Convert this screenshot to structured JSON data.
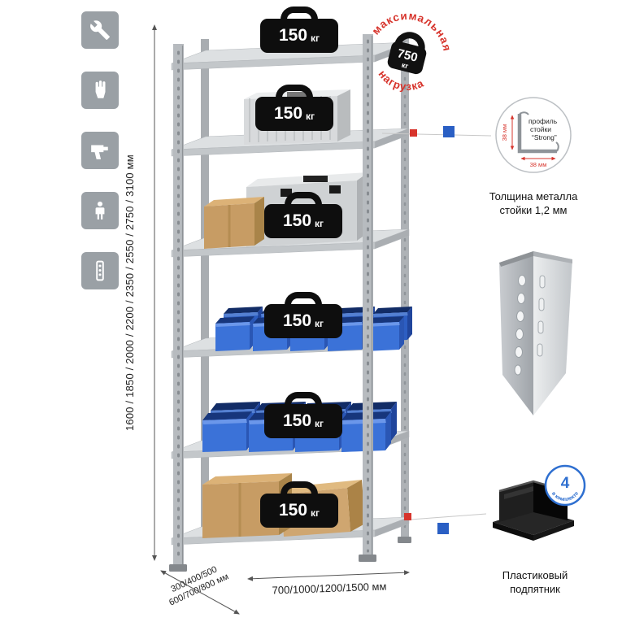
{
  "sidebar": {
    "icons": [
      {
        "name": "wrench"
      },
      {
        "name": "glove"
      },
      {
        "name": "drill"
      },
      {
        "name": "person"
      },
      {
        "name": "level"
      }
    ]
  },
  "dimensions": {
    "height": "1600 / 1850 / 2000 / 2200 / 2350 / 2550 / 2750 / 3100 мм",
    "depth_line1": "300/400/500",
    "depth_line2": "600/700/800 мм",
    "width": "700/1000/1200/1500 мм"
  },
  "shelves": [
    {
      "value": "150",
      "unit": "кг"
    },
    {
      "value": "150",
      "unit": "кг"
    },
    {
      "value": "150",
      "unit": "кг"
    },
    {
      "value": "150",
      "unit": "кг"
    },
    {
      "value": "150",
      "unit": "кг"
    },
    {
      "value": "150",
      "unit": "кг"
    }
  ],
  "stamp": {
    "arc_top": "максимальная",
    "arc_bottom": "нагрузка",
    "value": "750",
    "unit": "кг"
  },
  "profile": {
    "label_line1": "профиль",
    "label_line2": "стойки",
    "label_line3": "“Strong”",
    "dim_vertical": "38 мм",
    "dim_horizontal": "38 мм",
    "caption_line1": "Толщина металла",
    "caption_line2": "стойки 1,2 мм"
  },
  "foot": {
    "badge_value": "4",
    "badge_arc": "в комплекте",
    "caption_line1": "Пластиковый",
    "caption_line2": "подпятник"
  },
  "colors": {
    "accent_red": "#d7342c",
    "accent_blue": "#2a5fc4",
    "bin_blue": "#3a70d6",
    "tile_gray": "#9aa0a5"
  }
}
